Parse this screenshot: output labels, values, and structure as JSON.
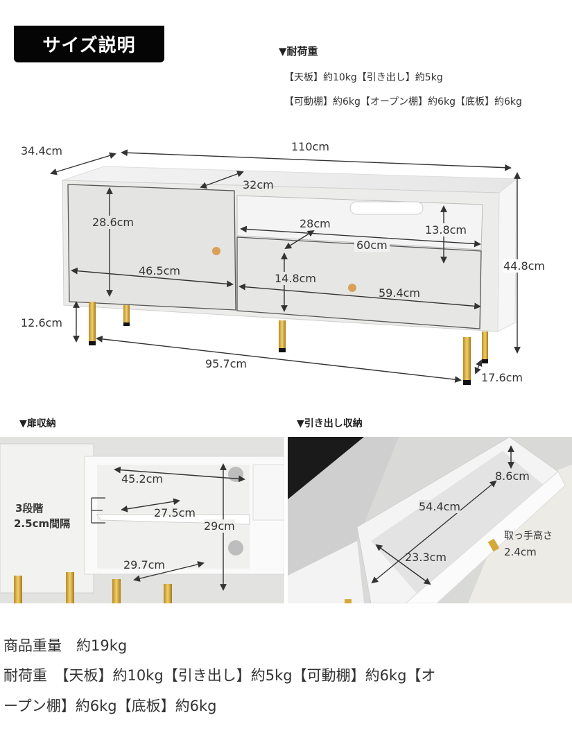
{
  "title": "サイズ説明",
  "load_capacity_box": {
    "heading": "▼耐荷重",
    "line1": "【天板】約10kg【引き出し】約5kg",
    "line2": "【可動棚】約6kg【オープン棚】約6kg【底板】約6kg"
  },
  "main_diagram": {
    "depth_total": "34.4cm",
    "width_total": "110cm",
    "inner_depth": "32cm",
    "door_height": "28.6cm",
    "door_width": "46.5cm",
    "open_shelf_depth": "28cm",
    "open_shelf_height": "13.8cm",
    "open_shelf_width": "60cm",
    "drawer_height": "14.8cm",
    "drawer_width": "59.4cm",
    "total_height": "44.8cm",
    "leg_height": "12.6cm",
    "leg_span": "95.7cm",
    "floor_clearance": "17.6cm",
    "colors": {
      "body": "#e9e9e8",
      "leg": "#d4a93a",
      "knob": "#d9a05a",
      "arrow": "#333333"
    }
  },
  "door_storage": {
    "heading": "▼扉収納",
    "width": "45.2cm",
    "shelf_steps_line1": "3段階",
    "shelf_steps_line2": "2.5cm間隔",
    "shelf_depth": "27.5cm",
    "height": "29cm",
    "bottom_depth": "29.7cm"
  },
  "drawer_storage": {
    "heading": "▼引き出し収納",
    "height": "8.6cm",
    "length": "54.4cm",
    "width": "23.3cm",
    "handle_label": "取っ手高さ",
    "handle_value": "2.4cm"
  },
  "footer": {
    "weight_line": "商品重量　約19kg",
    "load_line1": "耐荷重　【天板】約10kg【引き出し】約5kg【可動棚】約6kg【オ",
    "load_line2": "ープン棚】約6kg【底板】約6kg"
  }
}
